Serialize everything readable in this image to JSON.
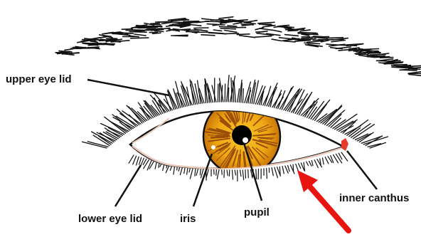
{
  "labels": {
    "upper_eye_lid": "upper eye lid",
    "lower_eye_lid": "lower eye lid",
    "iris": "iris",
    "pupil": "pupil",
    "inner_canthus": "inner canthus"
  },
  "colors": {
    "iris_outer": "#E89A0C",
    "iris_inner": "#F7C62A",
    "iris_streaks": "#9A4E08",
    "pupil": "#000000",
    "lash": "#111111",
    "arrow": "#E8140F",
    "caruncle": "#E83A2A",
    "rim": "#E9C7B8"
  }
}
